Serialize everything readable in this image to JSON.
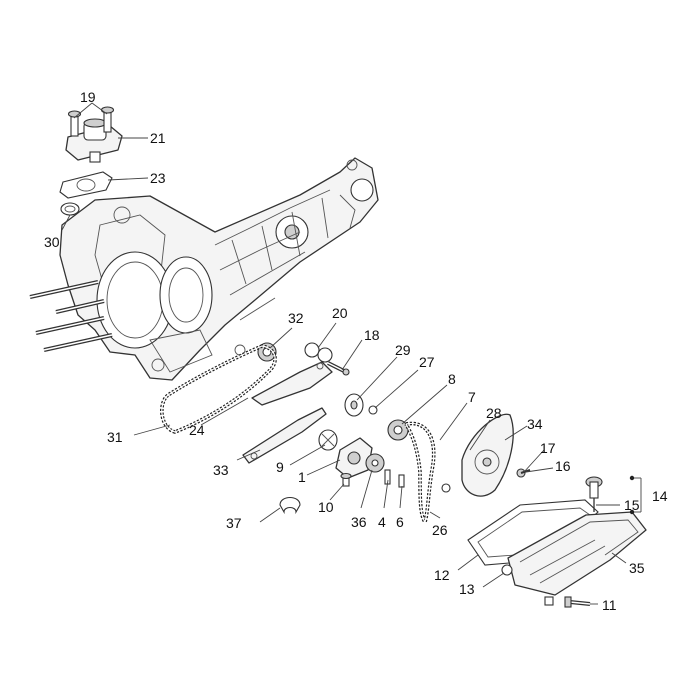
{
  "callouts": [
    {
      "id": "c19",
      "text": "19"
    },
    {
      "id": "c21",
      "text": "21"
    },
    {
      "id": "c23",
      "text": "23"
    },
    {
      "id": "c30",
      "text": "30"
    },
    {
      "id": "c32",
      "text": "32"
    },
    {
      "id": "c20",
      "text": "20"
    },
    {
      "id": "c18",
      "text": "18"
    },
    {
      "id": "c29",
      "text": "29"
    },
    {
      "id": "c27",
      "text": "27"
    },
    {
      "id": "c8",
      "text": "8"
    },
    {
      "id": "c7",
      "text": "7"
    },
    {
      "id": "c28",
      "text": "28"
    },
    {
      "id": "c34",
      "text": "34"
    },
    {
      "id": "c17",
      "text": "17"
    },
    {
      "id": "c16",
      "text": "16"
    },
    {
      "id": "c14",
      "text": "14"
    },
    {
      "id": "c15",
      "text": "15"
    },
    {
      "id": "c31",
      "text": "31"
    },
    {
      "id": "c24",
      "text": "24"
    },
    {
      "id": "c33",
      "text": "33"
    },
    {
      "id": "c9",
      "text": "9"
    },
    {
      "id": "c1",
      "text": "1"
    },
    {
      "id": "c10",
      "text": "10"
    },
    {
      "id": "c36",
      "text": "36"
    },
    {
      "id": "c4",
      "text": "4"
    },
    {
      "id": "c6",
      "text": "6"
    },
    {
      "id": "c26",
      "text": "26"
    },
    {
      "id": "c37",
      "text": "37"
    },
    {
      "id": "c12",
      "text": "12"
    },
    {
      "id": "c13",
      "text": "13"
    },
    {
      "id": "c35",
      "text": "35"
    },
    {
      "id": "c11",
      "text": "11"
    }
  ]
}
